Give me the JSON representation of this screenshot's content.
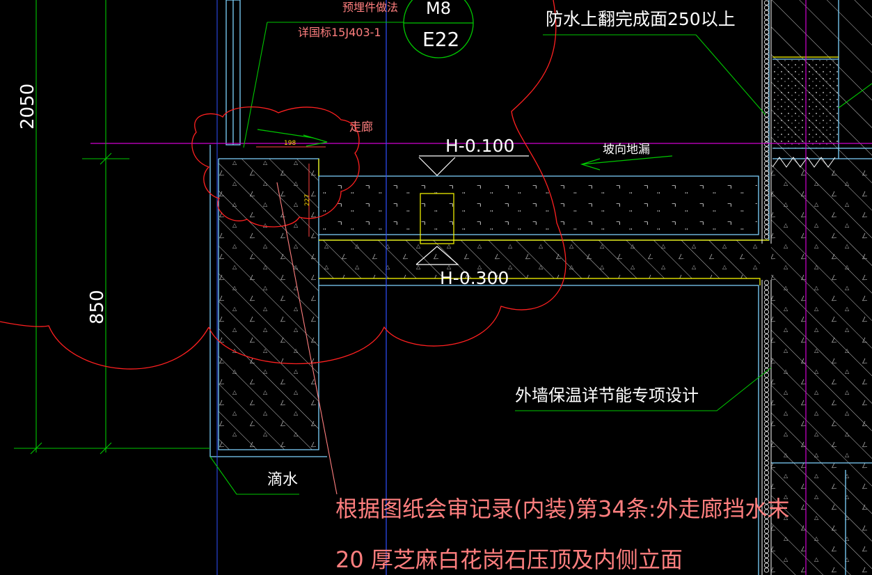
{
  "drawing": {
    "dim_2050": "2050",
    "dim_850": "850",
    "embed_note_title": "预埋件做法",
    "embed_note_ref": "详国标15J403-1",
    "circle_top": "M8",
    "circle_bottom": "E22",
    "corridor": "走廊",
    "dim_198": "198",
    "dim_227": "227",
    "elev_top": "H-0.100",
    "elev_bottom": "H-0.300",
    "slope_note": "坡向地漏",
    "waterproof_note": "防水上翻完成面250以上",
    "insulation_note": "外墙保温详节能专项设计",
    "drip_note": "滴水",
    "review_line1": "根据图纸会审记录(内装)第34条:外走廊挡水末",
    "review_line2": "20 厚芝麻白花岗石压顶及内侧立面"
  },
  "colors": {
    "background": "#000000",
    "green": "#00c800",
    "yellow": "#ffff00",
    "cyan": "#7fd4ff",
    "red": "#ff2020",
    "pink": "#ff7f7f",
    "magenta": "#d000d0",
    "blue": "#3050ff",
    "white": "#ffffff"
  }
}
